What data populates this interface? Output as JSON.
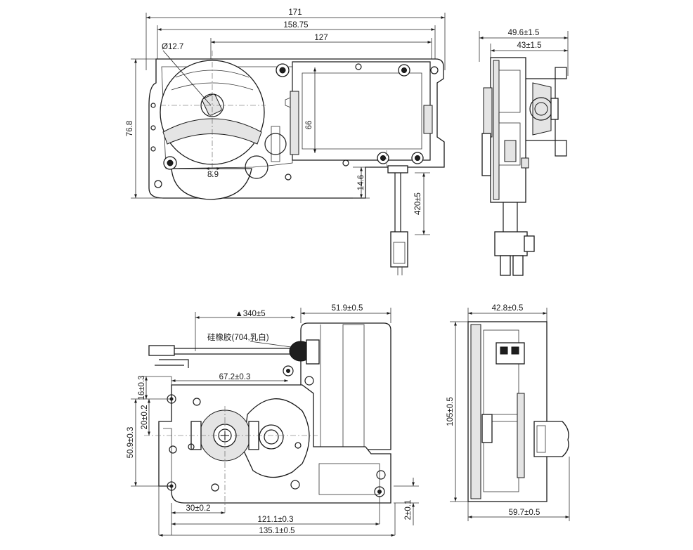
{
  "views": {
    "top_left": {
      "dimensions": {
        "overall_length": "171",
        "plate_length": "158.75",
        "hole_spacing": "127",
        "shaft_diameter": "Ø12.7",
        "height": "76.8",
        "box_height": "66",
        "shaft_offset": "8.9",
        "lead_offset": "14.6",
        "lead_length": "420±5"
      }
    },
    "top_right": {
      "dimensions": {
        "total_depth": "49.6±1.5",
        "bracket_depth": "43±1.5"
      }
    },
    "bottom_left": {
      "dimensions": {
        "lead_length": "▲340±5",
        "motor_width": "51.9±0.5",
        "hole_offset": "67.2±0.3",
        "top_margin": "16±0.3",
        "shaft_height": "20±0.2",
        "plate_height": "50.9±0.3",
        "shaft_x": "30±0.2",
        "hole_span": "121.1±0.3",
        "overall_width": "135.1±0.5",
        "plate_thickness": "2±0.1"
      },
      "annotation": "硅橡胶(704,乳白)"
    },
    "bottom_right": {
      "dimensions": {
        "body_depth": "42.8±0.5",
        "height": "105±0.5",
        "total_depth": "59.7±0.5"
      }
    }
  }
}
